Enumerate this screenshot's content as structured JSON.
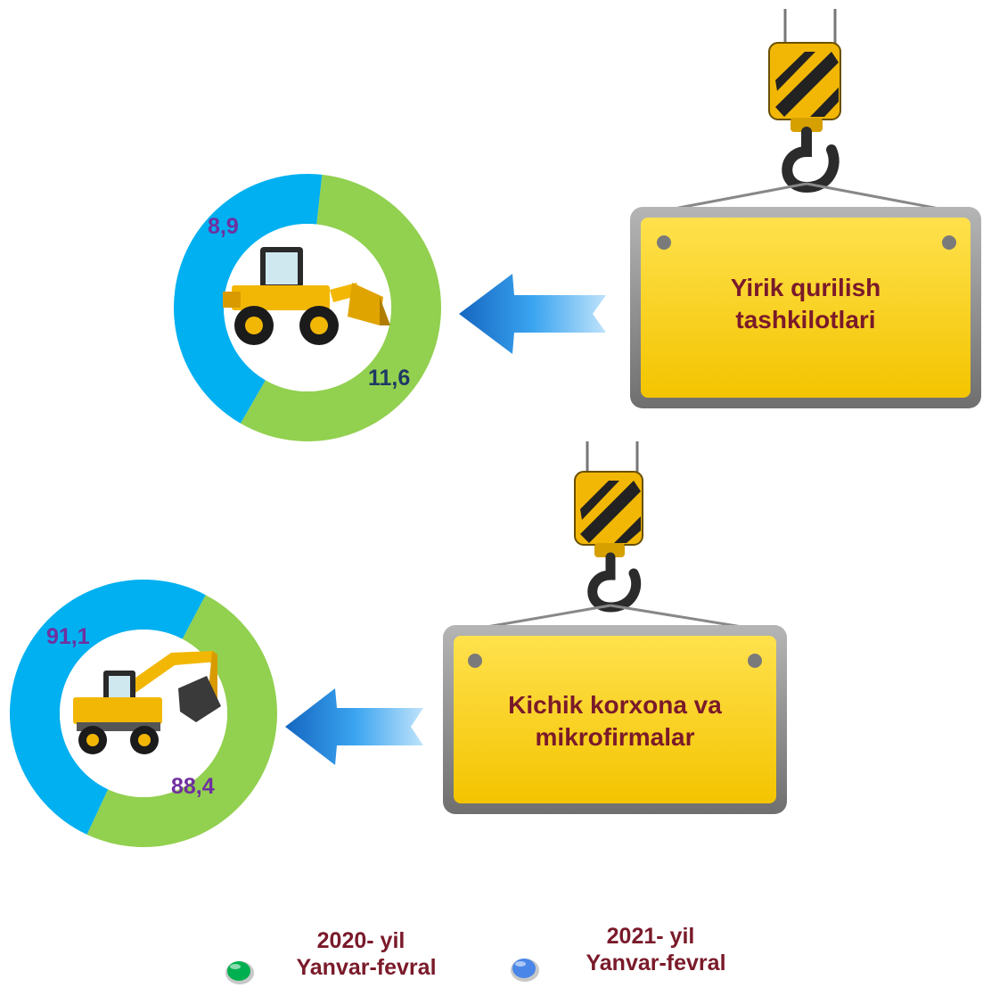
{
  "chart_data": [
    {
      "type": "donut",
      "title": "Yirik qurilish tashkilotlari",
      "series": [
        {
          "name": "2021- yil Yanvar-fevral",
          "value": 8.9,
          "label": "8,9",
          "color": "#00b0f0"
        },
        {
          "name": "2020- yil Yanvar-fevral",
          "value": 11.6,
          "label": "11,6",
          "color": "#92d050"
        }
      ],
      "label_colors": {
        "2021": "#7030a0",
        "2020": "#1f3864"
      }
    },
    {
      "type": "donut",
      "title": "Kichik korxona va mikrofirmalar",
      "series": [
        {
          "name": "2021- yil Yanvar-fevral",
          "value": 91.1,
          "label": "91,1",
          "color": "#00b0f0"
        },
        {
          "name": "2020- yil Yanvar-fevral",
          "value": 88.4,
          "label": "88,4",
          "color": "#92d050"
        }
      ],
      "label_colors": {
        "2021": "#7030a0",
        "2020": "#7030a0"
      }
    }
  ],
  "signs": {
    "top_line1": "Yirik qurilish",
    "top_line2": "tashkilotlari",
    "bottom_line1": "Kichik korxona va",
    "bottom_line2": "mikrofirmalar"
  },
  "legend": [
    {
      "line1": "2020- yil",
      "line2": "Yanvar-fevral",
      "color": "#00b050",
      "icon": "green-circle-icon"
    },
    {
      "line1": "2021- yil",
      "line2": "Yanvar-fevral",
      "color": "#4a86e8",
      "icon": "blue-circle-icon"
    }
  ],
  "colors": {
    "sign_fill": "#f7d11f",
    "sign_frame": "#8e8e8e",
    "sign_text": "#7a1a2a",
    "arrow": "#1f8fe0",
    "ring_blue": "#00b0f0",
    "ring_green": "#92d050"
  }
}
